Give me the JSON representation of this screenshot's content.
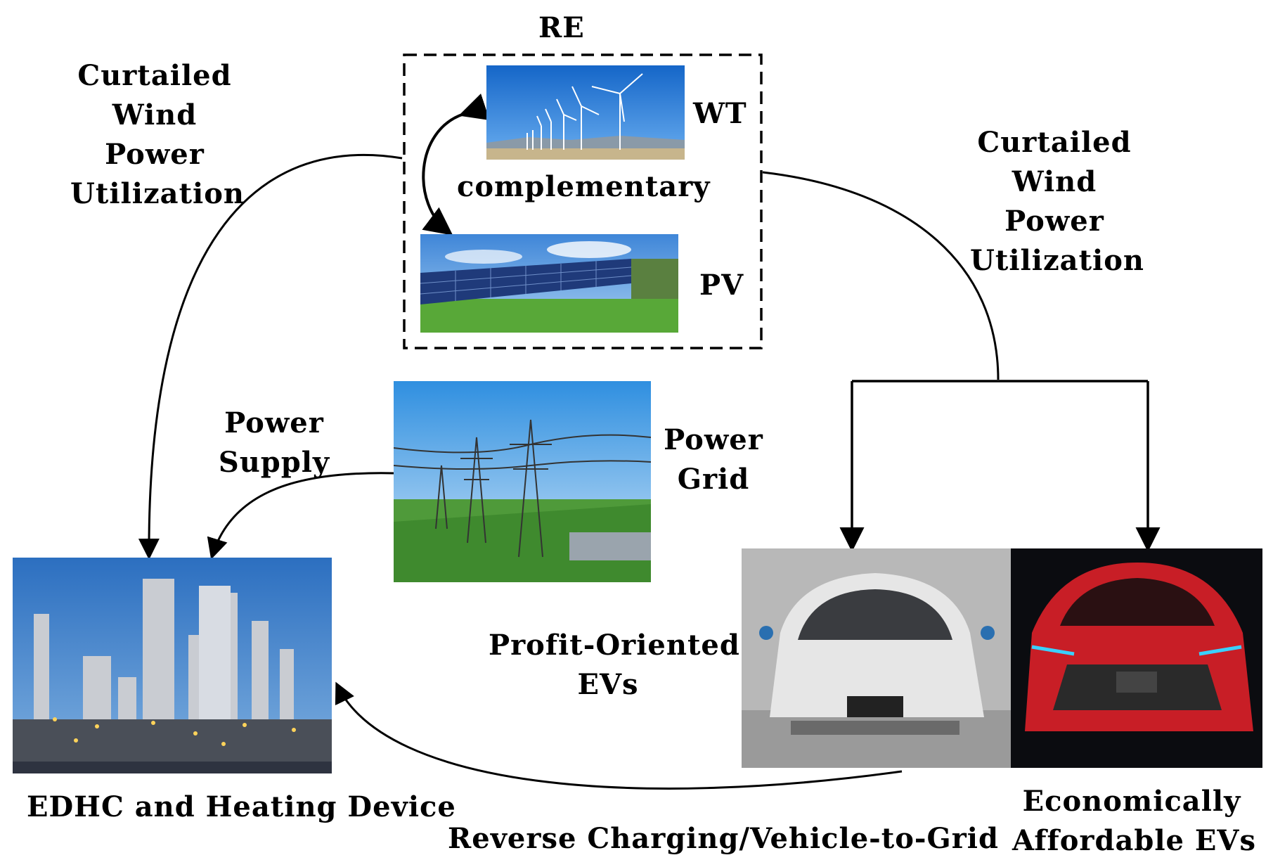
{
  "labels": {
    "re": "RE",
    "wt": "WT",
    "pv": "PV",
    "complementary": "complementary",
    "curtailed_left": [
      "Curtailed",
      "Wind",
      "Power",
      "Utilization"
    ],
    "curtailed_right": [
      "Curtailed",
      "Wind",
      "Power",
      "Utilization"
    ],
    "power_supply": [
      "Power",
      "Supply"
    ],
    "power_grid": [
      "Power",
      "Grid"
    ],
    "profit_evs": [
      "Profit-Oriented",
      "EVs"
    ],
    "edhc": "EDHC and Heating Device",
    "reverse": "Reverse Charging/Vehicle-to-Grid",
    "economic_evs": [
      "Economically",
      "Affordable EVs"
    ]
  },
  "images": {
    "wind_turbines": "wind-turbine-photo",
    "solar_panels": "solar-panel-photo",
    "power_grid": "transmission-tower-photo",
    "plant": "industrial-plant-photo",
    "ev_white": "white-ev-photo",
    "ev_red": "red-ev-photo"
  }
}
